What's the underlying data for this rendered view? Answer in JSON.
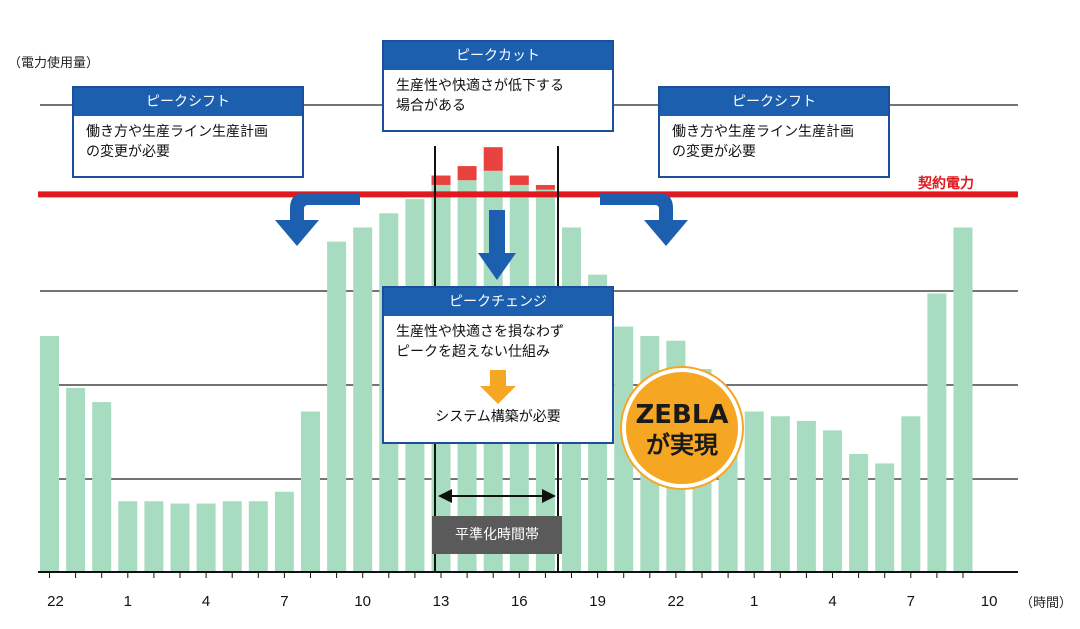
{
  "y_unit_label": "（電力使用量）",
  "x_unit_label": "（時間）",
  "contract_label": "契約電力",
  "band_label": "平準化時間帯",
  "boxes": {
    "left": {
      "header": "ピークシフト",
      "body": "働き方や生産ライン生産計画\nの変更が必要"
    },
    "center": {
      "header": "ピークカット",
      "body": "生産性や快適さが低下する\n場合がある"
    },
    "right": {
      "header": "ピークシフト",
      "body": "働き方や生産ライン生産計画\nの変更が必要"
    },
    "middle": {
      "header": "ピークチェンジ",
      "body": "生産性や快適さを損なわず\nピークを超えない仕組み",
      "footer": "システム構築が必要"
    }
  },
  "badge": {
    "line1": "ZEBLA",
    "line2": "が実現"
  },
  "colors": {
    "bar": "#a8dcc0",
    "over": "#e8423e",
    "contract": "#e0191e",
    "box": "#1b5fae",
    "arrow": "#1b5fae",
    "change_arrow": "#f5a623"
  },
  "chart_data": {
    "type": "bar",
    "x_tick_labels": [
      "22",
      "1",
      "4",
      "7",
      "10",
      "13",
      "16",
      "19",
      "22",
      "1",
      "4",
      "7",
      "10"
    ],
    "contract_level": 80,
    "ylim": [
      0,
      100
    ],
    "series": [
      {
        "values": [
          50,
          39,
          36,
          15,
          15,
          14.5,
          14.5,
          15,
          15,
          17,
          34,
          70,
          73,
          76,
          79,
          82,
          83,
          85,
          82,
          81,
          73,
          63,
          52,
          50,
          49,
          43,
          35,
          34,
          33,
          32,
          30,
          25,
          23,
          33,
          59,
          73
        ]
      },
      {
        "values": [
          0,
          0,
          0,
          0,
          0,
          0,
          0,
          0,
          0,
          0,
          0,
          0,
          0,
          0,
          0,
          2,
          3,
          5,
          2,
          1,
          0,
          0,
          0,
          0,
          0,
          0,
          0,
          0,
          0,
          0,
          0,
          0,
          0,
          0,
          0,
          0
        ]
      }
    ]
  }
}
